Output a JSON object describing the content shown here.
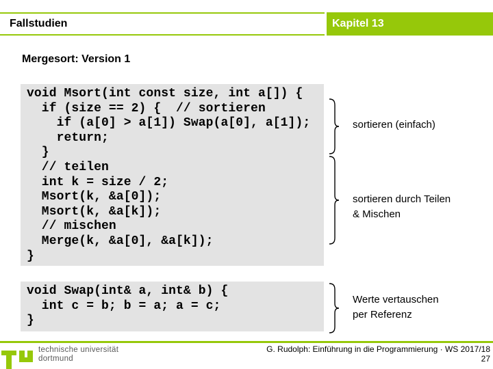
{
  "colors": {
    "green": "#96c80a",
    "code_bg": "#e3e3e3",
    "logo_gray": "#585858"
  },
  "header": {
    "left_title": "Fallstudien",
    "chapter": "Kapitel 13"
  },
  "slide": {
    "title": "Mergesort: Version 1"
  },
  "code_blocks": [
    {
      "lines": [
        "void Msort(int const size, int a[]) {",
        "  if (size == 2) {  // sortieren",
        "    if (a[0] > a[1]) Swap(a[0], a[1]);",
        "    return;",
        "  }",
        "  // teilen",
        "  int k = size / 2;",
        "  Msort(k, &a[0]);",
        "  Msort(k, &a[k]);",
        "  // mischen",
        "  Merge(k, &a[0], &a[k]);",
        "}"
      ]
    },
    {
      "lines": [
        "void Swap(int& a, int& b) {",
        "  int c = b; b = a; a = c;",
        "}"
      ]
    }
  ],
  "annotations": [
    {
      "lines": [
        "sortieren (einfach)",
        ""
      ]
    },
    {
      "lines": [
        "sortieren durch Teilen",
        "& Mischen"
      ]
    },
    {
      "lines": [
        "Werte vertauschen",
        "per Referenz"
      ]
    }
  ],
  "footer": {
    "logo_line1": "technische universität",
    "logo_line2": "dortmund",
    "credit": "G. Rudolph: Einführung in die Programmierung · WS 2017/18",
    "page_number": "27"
  }
}
